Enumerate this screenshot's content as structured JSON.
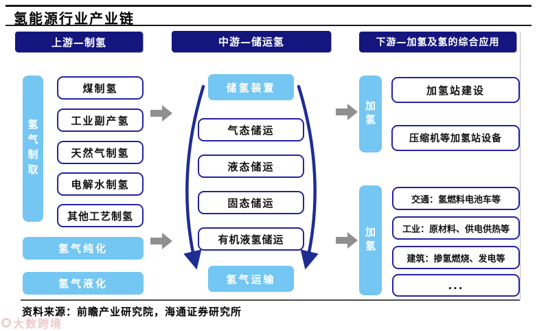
{
  "page": {
    "title": "氢能源行业产业链",
    "source": "资料来源：前瞻产业研究院，海通证券研究所",
    "watermark": "大数跨境"
  },
  "colors": {
    "header_navy": "#15157E",
    "box_border_navy": "#2323A0",
    "light_blue": "#74C6F3",
    "arrow_gray": "#8F8F8F",
    "arc_navy": "#1E2D93"
  },
  "headers": {
    "upstream": "上游—制氢",
    "midstream": "中游—储运氢",
    "downstream": "下游—加氢及氢的综合应用"
  },
  "upstream": {
    "side_label": "氢气制取",
    "methods": [
      "煤制氢",
      "工业副产氢",
      "天然气制氢",
      "电解水制氢",
      "其他工艺制氢"
    ],
    "purification": "氢气纯化",
    "liquefaction": "氢气液化"
  },
  "midstream": {
    "top_label": "储氢装置",
    "modes": [
      "气态储运",
      "液态储运",
      "固态储运",
      "有机液氢储运"
    ],
    "bottom_label": "氢气运输"
  },
  "downstream": {
    "station": {
      "side_label": "加氢",
      "items": [
        "加氢站建设",
        "压缩机等加氢站设备"
      ]
    },
    "application": {
      "side_label": "加氢",
      "items": [
        "交通：氢燃料电池车等",
        "工业：原材料、供电供热等",
        "建筑：掺氢燃烧、发电等",
        "..."
      ]
    }
  }
}
